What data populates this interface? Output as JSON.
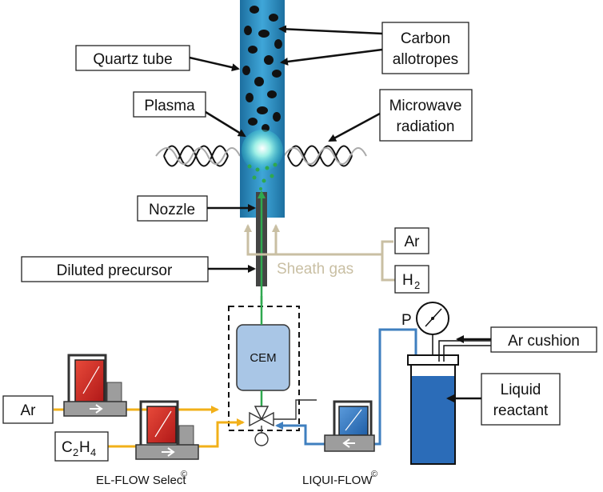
{
  "labels": {
    "quartz_tube": "Quartz tube",
    "carbon_allotropes_line1": "Carbon",
    "carbon_allotropes_line2": "allotropes",
    "plasma": "Plasma",
    "microwave_line1": "Microwave",
    "microwave_line2": "radiation",
    "nozzle": "Nozzle",
    "diluted_precursor": "Diluted precursor",
    "sheath_gas": "Sheath gas",
    "ar_sheath": "Ar",
    "h2_sheath": "H",
    "h2_sheath_sub": "2",
    "cem": "CEM",
    "pressure_p": "P",
    "ar_cushion": "Ar cushion",
    "liquid_line1": "Liquid",
    "liquid_line2": "reactant",
    "ar_input": "Ar",
    "c2h4_c": "C",
    "c2h4_sub": "2",
    "c2h4_h": "H",
    "c2h4_sub2": "4",
    "el_flow": "EL-FLOW Select",
    "el_flow_mark": "©",
    "liqui_flow": "LIQUI-FLOW",
    "liqui_flow_mark": "©"
  },
  "colors": {
    "tube_blue": "#2e8fc0",
    "particle": "#111111",
    "plasma_glow": "#3ad7c8",
    "sheath_line": "#c9bfa3",
    "gas_line": "#f2b019",
    "liquid_line": "#3f7fbf",
    "precursor_line": "#2fa84f",
    "cem_fill": "#a9c6e6",
    "reactant": "#2b6cb8",
    "controller_red": "#d42a2a",
    "controller_blue": "#3a7cc4",
    "controller_grey": "#9d9d9d"
  }
}
